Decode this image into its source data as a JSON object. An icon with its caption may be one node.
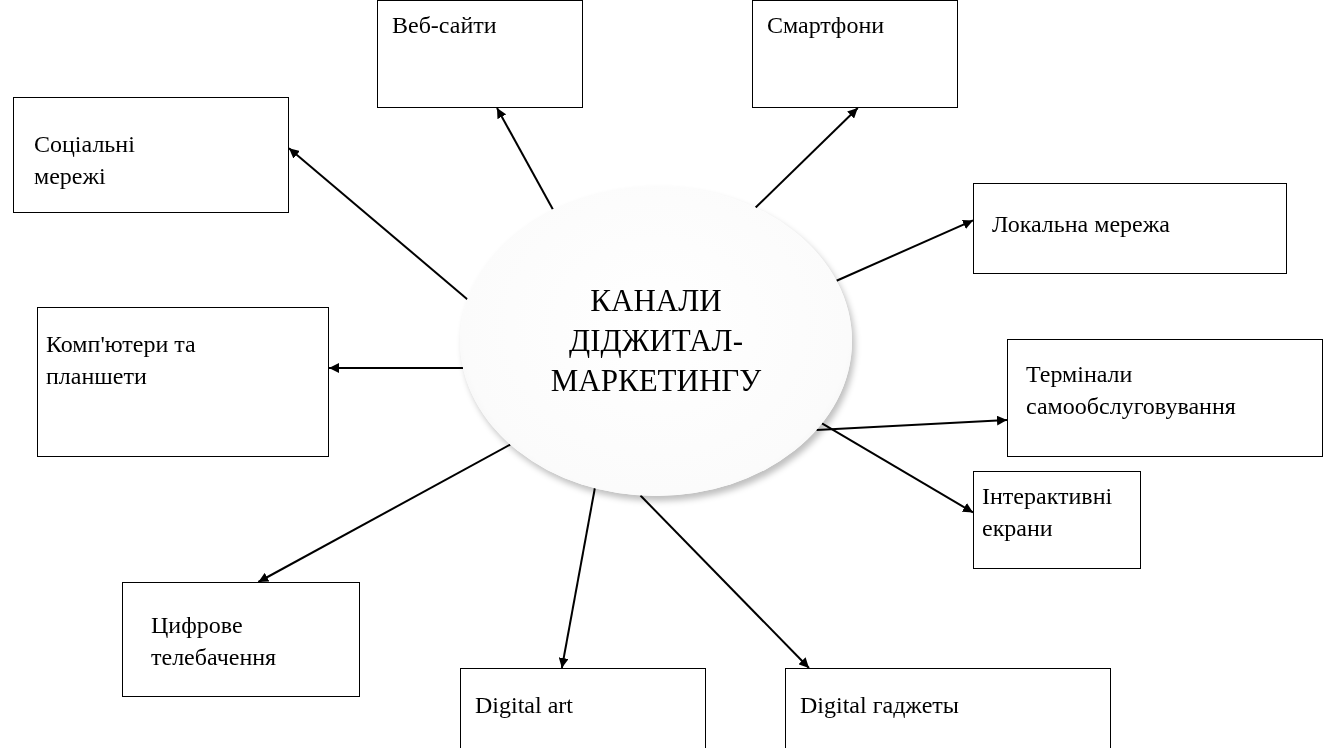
{
  "diagram": {
    "nodes": [
      {
        "text": [
          "КАНАЛИ ДІДЖИТАЛ-МАРКЕТИНГУ"
        ]
      },
      {
        "text": [
          "Веб-сайти"
        ]
      },
      {
        "text": [
          "Смартфони"
        ]
      },
      {
        "text": [
          "Соціальні мережі"
        ]
      },
      {
        "text": [
          "Локальна мережа"
        ]
      },
      {
        "text": [
          "Комп'ютери та планшети"
        ]
      },
      {
        "text": [
          "Термінали самообслуговування"
        ]
      },
      {
        "text": [
          "Інтерактивні екрани"
        ]
      },
      {
        "text": [
          "Цифрове телебачення"
        ]
      },
      {
        "text": [
          "Digital art"
        ]
      },
      {
        "text": [
          "Digital гаджеты"
        ]
      }
    ],
    "edges": [
      {
        "from": 0,
        "to": 1,
        "arrow": "to"
      },
      {
        "from": 0,
        "to": 2,
        "arrow": "to"
      },
      {
        "from": 0,
        "to": 3,
        "arrow": "to"
      },
      {
        "from": 0,
        "to": 4,
        "arrow": "to"
      },
      {
        "from": 0,
        "to": 5,
        "arrow": "to"
      },
      {
        "from": 0,
        "to": 6,
        "arrow": "to"
      },
      {
        "from": 0,
        "to": 7,
        "arrow": "to"
      },
      {
        "from": 0,
        "to": 8,
        "arrow": "to"
      },
      {
        "from": 0,
        "to": 9,
        "arrow": "to"
      },
      {
        "from": 0,
        "to": 10,
        "arrow": "to"
      }
    ]
  }
}
